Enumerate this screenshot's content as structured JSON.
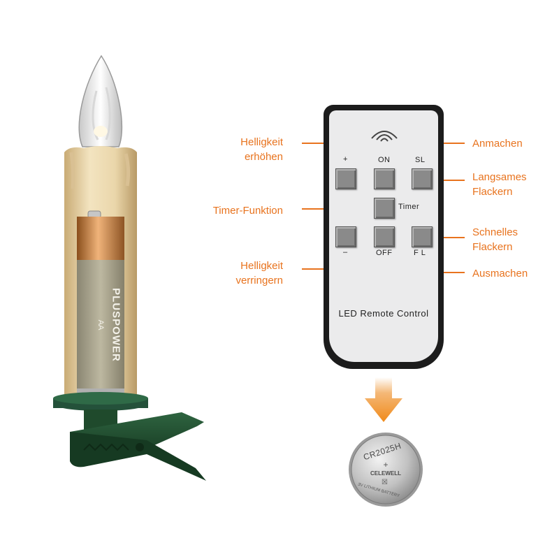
{
  "remote": {
    "buttons": {
      "plus": "+",
      "on": "ON",
      "sl": "SL",
      "timer": "Timer",
      "minus": "–",
      "off": "OFF",
      "fl": "F L"
    },
    "footer": "LED Remote Control"
  },
  "callouts": {
    "brightness_up": [
      "Helligkeit",
      "erhöhen"
    ],
    "on": "Anmachen",
    "slow_flicker": [
      "Langsames",
      "Flackern"
    ],
    "timer": "Timer-Funktion",
    "fast_flicker": [
      "Schnelles",
      "Flackern"
    ],
    "brightness_down": [
      "Helligkeit",
      "verringern"
    ],
    "off": "Ausmachen"
  },
  "battery_aa": {
    "brand": "PLUSPOWER",
    "size": "AA"
  },
  "coin_cell": {
    "model": "CR2025H",
    "brand": "CELEWELL",
    "spec": "3V LITHIUM BATTERY"
  },
  "colors": {
    "accent": "#e8731e",
    "remote_body": "#1c1c1c",
    "remote_face": "#ebebec",
    "button": "#8a8a8a",
    "candle": "#ead7ad",
    "clip": "#1f4a2c"
  }
}
